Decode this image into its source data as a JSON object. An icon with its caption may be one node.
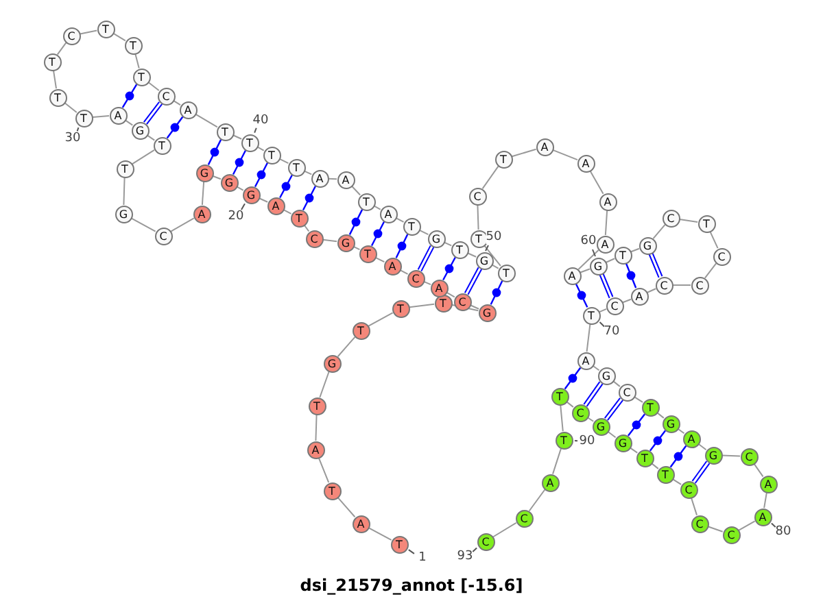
{
  "diagram": {
    "title": "dsi_21579_annot [-15.6]",
    "nodes": [
      {
        "text": [
          "T"
        ],
        "beside": [
          "1"
        ]
      },
      {
        "text": [
          "A"
        ]
      },
      {
        "text": [
          "T"
        ]
      },
      {
        "text": [
          "A"
        ]
      },
      {
        "text": [
          "T"
        ]
      },
      {
        "text": [
          "G"
        ]
      },
      {
        "text": [
          "T"
        ]
      },
      {
        "text": [
          "T"
        ]
      },
      {
        "text": [
          "T"
        ]
      },
      {
        "text": [
          "G"
        ]
      },
      {
        "text": [
          "C"
        ]
      },
      {
        "text": [
          "A"
        ]
      },
      {
        "text": [
          "C"
        ]
      },
      {
        "text": [
          "A"
        ]
      },
      {
        "text": [
          "T"
        ]
      },
      {
        "text": [
          "G"
        ]
      },
      {
        "text": [
          "C"
        ]
      },
      {
        "text": [
          "T"
        ]
      },
      {
        "text": [
          "A"
        ]
      },
      {
        "text": [
          "G"
        ],
        "beside": [
          "20"
        ]
      },
      {
        "text": [
          "G"
        ]
      },
      {
        "text": [
          "G"
        ]
      },
      {
        "text": [
          "A"
        ]
      },
      {
        "text": [
          "C"
        ]
      },
      {
        "text": [
          "G"
        ]
      },
      {
        "text": [
          "T"
        ]
      },
      {
        "text": [
          "T"
        ]
      },
      {
        "text": [
          "G"
        ]
      },
      {
        "text": [
          "A"
        ]
      },
      {
        "text": [
          "T"
        ],
        "beside": [
          "30"
        ]
      },
      {
        "text": [
          "T"
        ]
      },
      {
        "text": [
          "T"
        ]
      },
      {
        "text": [
          "C"
        ]
      },
      {
        "text": [
          "T"
        ]
      },
      {
        "text": [
          "T"
        ]
      },
      {
        "text": [
          "T"
        ]
      },
      {
        "text": [
          "C"
        ]
      },
      {
        "text": [
          "A"
        ]
      },
      {
        "text": [
          "T"
        ]
      },
      {
        "text": [
          "T"
        ],
        "beside": [
          "40"
        ]
      },
      {
        "text": [
          "T"
        ]
      },
      {
        "text": [
          "T"
        ]
      },
      {
        "text": [
          "A"
        ]
      },
      {
        "text": [
          "A"
        ]
      },
      {
        "text": [
          "T"
        ]
      },
      {
        "text": [
          "A"
        ]
      },
      {
        "text": [
          "T"
        ]
      },
      {
        "text": [
          "G"
        ]
      },
      {
        "text": [
          "T"
        ]
      },
      {
        "text": [
          "G"
        ]
      },
      {
        "text": [
          "T"
        ]
      },
      {
        "text": [
          "T"
        ]
      },
      {
        "text": [
          "C"
        ]
      },
      {
        "text": [
          "T"
        ]
      },
      {
        "text": [
          "A"
        ]
      },
      {
        "text": [
          "A"
        ]
      },
      {
        "text": [
          "A"
        ]
      },
      {
        "text": [
          "A"
        ]
      },
      {
        "text": [
          "A"
        ]
      },
      {
        "text": [
          "G"
        ]
      },
      {
        "text": [
          "T"
        ]
      },
      {
        "text": [
          "G"
        ]
      },
      {
        "text": [
          "C"
        ]
      },
      {
        "text": [
          "T"
        ]
      },
      {
        "text": [
          "C"
        ]
      },
      {
        "text": [
          "C"
        ]
      },
      {
        "text": [
          "C"
        ]
      },
      {
        "text": [
          "A"
        ]
      },
      {
        "text": [
          "C"
        ]
      },
      {
        "text": [
          "T"
        ],
        "beside": [
          "70"
        ]
      },
      {
        "text": [
          "A"
        ]
      },
      {
        "text": [
          "G"
        ]
      },
      {
        "text": [
          "C"
        ]
      },
      {
        "text": [
          "T"
        ]
      },
      {
        "text": [
          "G"
        ]
      },
      {
        "text": [
          "A"
        ]
      },
      {
        "text": [
          "G"
        ]
      },
      {
        "text": [
          "C"
        ]
      },
      {
        "text": [
          "A"
        ]
      },
      {
        "text": [
          "A"
        ],
        "beside": [
          "80"
        ]
      },
      {
        "text": [
          "C"
        ]
      },
      {
        "text": [
          "C"
        ]
      },
      {
        "text": [
          "C"
        ]
      },
      {
        "text": [
          "T"
        ]
      },
      {
        "text": [
          "T"
        ]
      },
      {
        "text": [
          "G"
        ]
      },
      {
        "text": [
          "G"
        ]
      },
      {
        "text": [
          "C"
        ]
      },
      {
        "text": [
          "T"
        ]
      },
      {
        "text": [
          "T"
        ],
        "beside": [
          "90"
        ]
      },
      {
        "text": [
          "A"
        ]
      },
      {
        "text": [
          "C"
        ]
      },
      {
        "text": [
          "C"
        ],
        "beside": [
          "93"
        ]
      }
    ],
    "edges": [
      {
        "from": 0,
        "to": 1,
        "arrow": "none"
      },
      {
        "from": 1,
        "to": 2,
        "arrow": "none"
      },
      {
        "from": 2,
        "to": 3,
        "arrow": "none"
      },
      {
        "from": 3,
        "to": 4,
        "arrow": "none"
      },
      {
        "from": 4,
        "to": 5,
        "arrow": "none"
      },
      {
        "from": 5,
        "to": 6,
        "arrow": "none"
      },
      {
        "from": 6,
        "to": 7,
        "arrow": "none"
      },
      {
        "from": 7,
        "to": 8,
        "arrow": "none"
      },
      {
        "from": 8,
        "to": 9,
        "arrow": "none"
      },
      {
        "from": 9,
        "to": 10,
        "arrow": "none"
      },
      {
        "from": 10,
        "to": 11,
        "arrow": "none"
      },
      {
        "from": 11,
        "to": 12,
        "arrow": "none"
      },
      {
        "from": 12,
        "to": 13,
        "arrow": "none"
      },
      {
        "from": 13,
        "to": 14,
        "arrow": "none"
      },
      {
        "from": 14,
        "to": 15,
        "arrow": "none"
      },
      {
        "from": 15,
        "to": 16,
        "arrow": "none"
      },
      {
        "from": 16,
        "to": 17,
        "arrow": "none"
      },
      {
        "from": 17,
        "to": 18,
        "arrow": "none"
      },
      {
        "from": 18,
        "to": 19,
        "arrow": "none"
      },
      {
        "from": 19,
        "to": 20,
        "arrow": "none"
      },
      {
        "from": 20,
        "to": 21,
        "arrow": "none"
      },
      {
        "from": 21,
        "to": 22,
        "arrow": "none"
      },
      {
        "from": 22,
        "to": 23,
        "arrow": "none"
      },
      {
        "from": 23,
        "to": 24,
        "arrow": "none"
      },
      {
        "from": 24,
        "to": 25,
        "arrow": "none"
      },
      {
        "from": 25,
        "to": 26,
        "arrow": "none"
      },
      {
        "from": 26,
        "to": 27,
        "arrow": "none"
      },
      {
        "from": 27,
        "to": 28,
        "arrow": "none"
      },
      {
        "from": 28,
        "to": 29,
        "arrow": "none"
      },
      {
        "from": 29,
        "to": 30,
        "arrow": "none"
      },
      {
        "from": 30,
        "to": 31,
        "arrow": "none"
      },
      {
        "from": 31,
        "to": 32,
        "arrow": "none"
      },
      {
        "from": 32,
        "to": 33,
        "arrow": "none"
      },
      {
        "from": 33,
        "to": 34,
        "arrow": "none"
      },
      {
        "from": 34,
        "to": 35,
        "arrow": "none"
      },
      {
        "from": 35,
        "to": 36,
        "arrow": "none"
      },
      {
        "from": 36,
        "to": 37,
        "arrow": "none"
      },
      {
        "from": 37,
        "to": 38,
        "arrow": "none"
      },
      {
        "from": 38,
        "to": 39,
        "arrow": "none"
      },
      {
        "from": 39,
        "to": 40,
        "arrow": "none"
      },
      {
        "from": 40,
        "to": 41,
        "arrow": "none"
      },
      {
        "from": 41,
        "to": 42,
        "arrow": "none"
      },
      {
        "from": 42,
        "to": 43,
        "arrow": "none"
      },
      {
        "from": 43,
        "to": 44,
        "arrow": "none"
      },
      {
        "from": 44,
        "to": 45,
        "arrow": "none"
      },
      {
        "from": 45,
        "to": 46,
        "arrow": "none"
      },
      {
        "from": 46,
        "to": 47,
        "arrow": "none"
      },
      {
        "from": 47,
        "to": 48,
        "arrow": "none"
      },
      {
        "from": 48,
        "to": 49,
        "arrow": "none"
      },
      {
        "from": 49,
        "to": 50,
        "arrow": "none"
      },
      {
        "from": 50,
        "to": 51,
        "arrow": "none"
      },
      {
        "from": 51,
        "to": 52,
        "arrow": "none"
      },
      {
        "from": 52,
        "to": 53,
        "arrow": "none"
      },
      {
        "from": 53,
        "to": 54,
        "arrow": "none"
      },
      {
        "from": 54,
        "to": 55,
        "arrow": "none"
      },
      {
        "from": 55,
        "to": 56,
        "arrow": "none"
      },
      {
        "from": 56,
        "to": 57,
        "arrow": "none"
      },
      {
        "from": 57,
        "to": 58,
        "arrow": "none"
      },
      {
        "from": 58,
        "to": 59,
        "arrow": "none"
      },
      {
        "from": 59,
        "to": 60,
        "arrow": "none"
      },
      {
        "from": 60,
        "to": 61,
        "arrow": "none"
      },
      {
        "from": 61,
        "to": 62,
        "arrow": "none"
      },
      {
        "from": 62,
        "to": 63,
        "arrow": "none"
      },
      {
        "from": 63,
        "to": 64,
        "arrow": "none"
      },
      {
        "from": 64,
        "to": 65,
        "arrow": "none"
      },
      {
        "from": 65,
        "to": 66,
        "arrow": "none"
      },
      {
        "from": 66,
        "to": 67,
        "arrow": "none"
      },
      {
        "from": 67,
        "to": 68,
        "arrow": "none"
      },
      {
        "from": 68,
        "to": 69,
        "arrow": "none"
      },
      {
        "from": 69,
        "to": 70,
        "arrow": "none"
      },
      {
        "from": 70,
        "to": 71,
        "arrow": "none"
      },
      {
        "from": 71,
        "to": 72,
        "arrow": "none"
      },
      {
        "from": 72,
        "to": 73,
        "arrow": "none"
      },
      {
        "from": 73,
        "to": 74,
        "arrow": "none"
      },
      {
        "from": 74,
        "to": 75,
        "arrow": "none"
      },
      {
        "from": 75,
        "to": 76,
        "arrow": "none"
      },
      {
        "from": 76,
        "to": 77,
        "arrow": "none"
      },
      {
        "from": 77,
        "to": 78,
        "arrow": "none"
      },
      {
        "from": 78,
        "to": 79,
        "arrow": "none"
      },
      {
        "from": 79,
        "to": 80,
        "arrow": "none"
      },
      {
        "from": 80,
        "to": 81,
        "arrow": "none"
      },
      {
        "from": 81,
        "to": 82,
        "arrow": "none"
      },
      {
        "from": 82,
        "to": 83,
        "arrow": "none"
      },
      {
        "from": 83,
        "to": 84,
        "arrow": "none"
      },
      {
        "from": 84,
        "to": 85,
        "arrow": "none"
      },
      {
        "from": 85,
        "to": 86,
        "arrow": "none"
      },
      {
        "from": 86,
        "to": 87,
        "arrow": "none"
      },
      {
        "from": 87,
        "to": 88,
        "arrow": "none"
      },
      {
        "from": 88,
        "to": 89,
        "arrow": "none"
      },
      {
        "from": 89,
        "to": 90,
        "arrow": "none"
      },
      {
        "from": 90,
        "to": 91,
        "arrow": "none"
      },
      {
        "from": 91,
        "to": 92,
        "arrow": "none"
      },
      {
        "from": 9,
        "to": 50,
        "arrow": "none",
        "color": "#0000ff"
      },
      {
        "from": 10,
        "to": 49,
        "arrow": "none",
        "color": "#0000ff"
      },
      {
        "from": 11,
        "to": 48,
        "arrow": "none",
        "color": "#0000ff"
      },
      {
        "from": 12,
        "to": 47,
        "arrow": "none",
        "color": "#0000ff"
      },
      {
        "from": 13,
        "to": 46,
        "arrow": "none",
        "color": "#0000ff"
      },
      {
        "from": 14,
        "to": 45,
        "arrow": "none",
        "color": "#0000ff"
      },
      {
        "from": 15,
        "to": 44,
        "arrow": "none",
        "color": "#0000ff"
      },
      {
        "from": 17,
        "to": 42,
        "arrow": "none",
        "color": "#0000ff"
      },
      {
        "from": 18,
        "to": 41,
        "arrow": "none",
        "color": "#0000ff"
      },
      {
        "from": 19,
        "to": 40,
        "arrow": "none",
        "color": "#0000ff"
      },
      {
        "from": 20,
        "to": 39,
        "arrow": "none",
        "color": "#0000ff"
      },
      {
        "from": 21,
        "to": 38,
        "arrow": "none",
        "color": "#0000ff"
      },
      {
        "from": 26,
        "to": 37,
        "arrow": "none",
        "color": "#0000ff"
      },
      {
        "from": 27,
        "to": 36,
        "arrow": "none",
        "color": "#0000ff"
      },
      {
        "from": 28,
        "to": 35,
        "arrow": "none",
        "color": "#0000ff"
      },
      {
        "from": 58,
        "to": 69,
        "arrow": "none",
        "color": "#0000ff"
      },
      {
        "from": 59,
        "to": 68,
        "arrow": "none",
        "color": "#0000ff"
      },
      {
        "from": 60,
        "to": 67,
        "arrow": "none",
        "color": "#0000ff"
      },
      {
        "from": 61,
        "to": 66,
        "arrow": "none",
        "color": "#0000ff"
      },
      {
        "from": 70,
        "to": 88,
        "arrow": "none",
        "color": "#0000ff"
      },
      {
        "from": 71,
        "to": 87,
        "arrow": "none",
        "color": "#0000ff"
      },
      {
        "from": 72,
        "to": 86,
        "arrow": "none",
        "color": "#0000ff"
      },
      {
        "from": 73,
        "to": 85,
        "arrow": "none",
        "color": "#0000ff"
      },
      {
        "from": 74,
        "to": 84,
        "arrow": "none",
        "color": "#0000ff"
      },
      {
        "from": 75,
        "to": 83,
        "arrow": "none",
        "color": "#0000ff"
      },
      {
        "from": 76,
        "to": 82,
        "arrow": "none",
        "color": "#0000ff"
      }
    ],
    "labels": [
      "50",
      "60"
    ]
  }
}
